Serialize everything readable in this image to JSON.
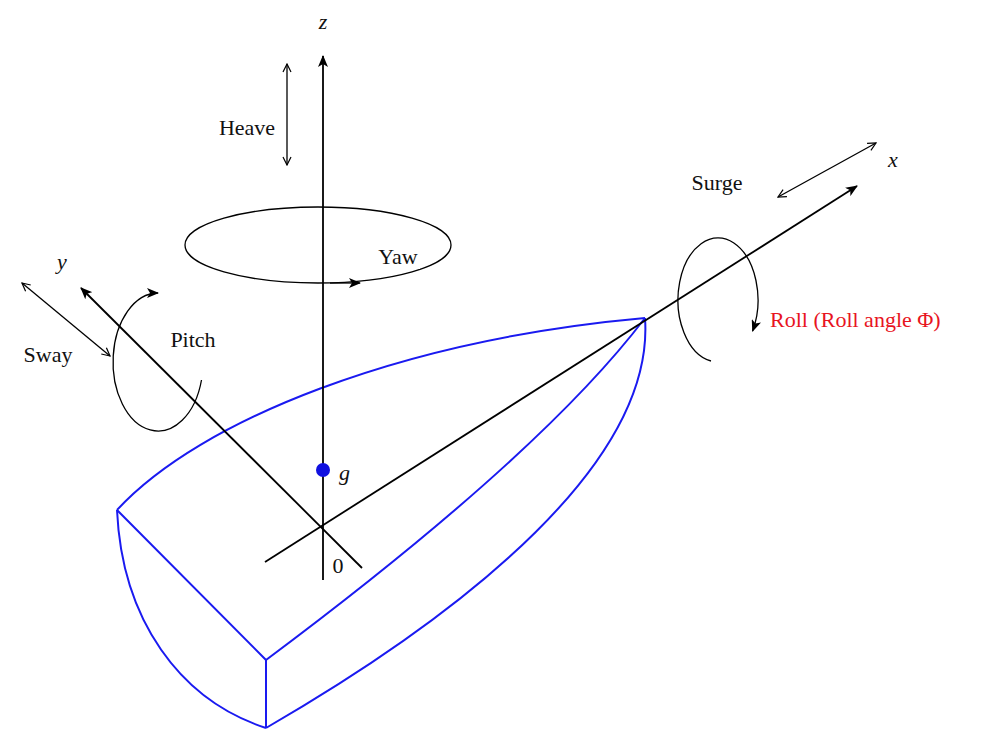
{
  "diagram": {
    "labels": [
      "z",
      "Heave",
      "Yaw",
      "x",
      "Surge",
      "Roll (Roll angle Φ)",
      "y",
      "Sway",
      "Pitch",
      "g",
      "0"
    ]
  }
}
